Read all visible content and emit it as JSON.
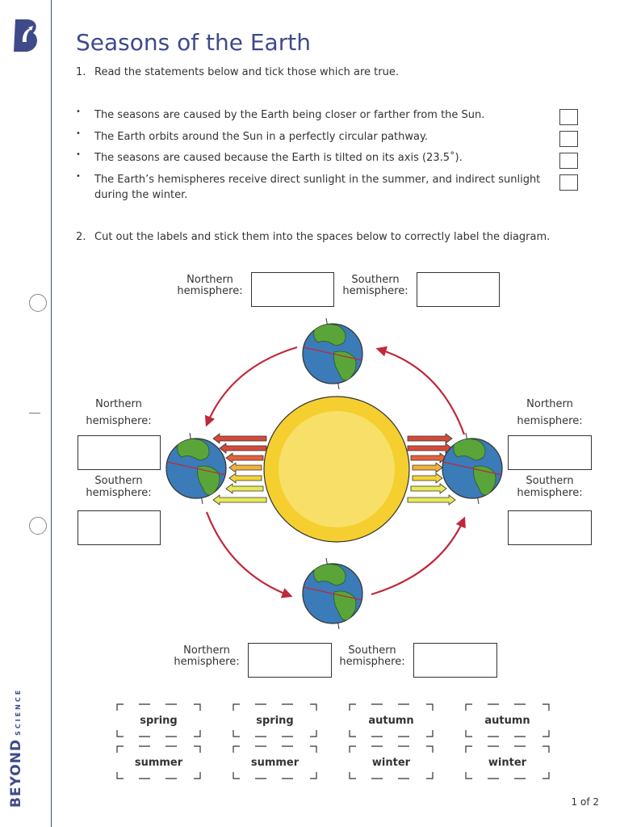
{
  "brand": {
    "name": "BEYOND",
    "sub": "SCIENCE"
  },
  "title": "Seasons of the Earth",
  "q1": {
    "number": "1.",
    "text": "Read the statements below and tick those which are true."
  },
  "statements": [
    "The seasons are caused by the Earth being closer or farther from the Sun.",
    "The Earth orbits around the Sun in a perfectly circular pathway.",
    "The seasons are caused because the Earth is tilted on its axis (23.5˚).",
    "The Earth’s hemispheres receive direct sunlight in the summer, and indirect sunlight during the winter."
  ],
  "bullet_symbol": "•",
  "q2": {
    "number": "2.",
    "text": "Cut out the labels and stick them into the spaces below to correctly label the diagram."
  },
  "labels": {
    "northern": "Northern hemisphere:",
    "southern": "Southern hemisphere:"
  },
  "side_labels": {
    "northern_line1": "Northern",
    "northern_line2": "hemisphere:",
    "southern_line1": "Southern",
    "southern_line2": "hemisphere:"
  },
  "cutouts": [
    [
      "spring",
      "spring",
      "autumn",
      "autumn"
    ],
    [
      "summer",
      "summer",
      "winter",
      "winter"
    ]
  ],
  "page": "1 of 2",
  "colors": {
    "brand": "#3f4a8a",
    "sun": "#f7d94a",
    "ocean": "#3b7bb8",
    "land": "#5aa53a",
    "arrow": "#c0283a"
  }
}
